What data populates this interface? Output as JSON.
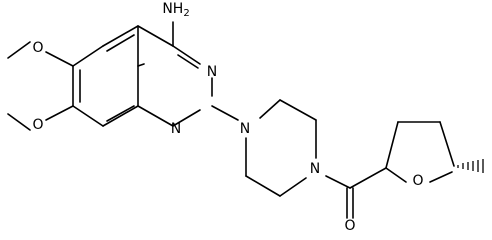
{
  "molecule": {
    "labels": {
      "amine": "NH2",
      "ring_n_top": "N",
      "ring_n_bottom": "N",
      "piperazine_n_left": "N",
      "piperazine_n_right": "N",
      "ring_o": "O",
      "carbonyl_o": "O",
      "methoxy_o_top": "O",
      "methoxy_o_bottom": "O"
    }
  }
}
